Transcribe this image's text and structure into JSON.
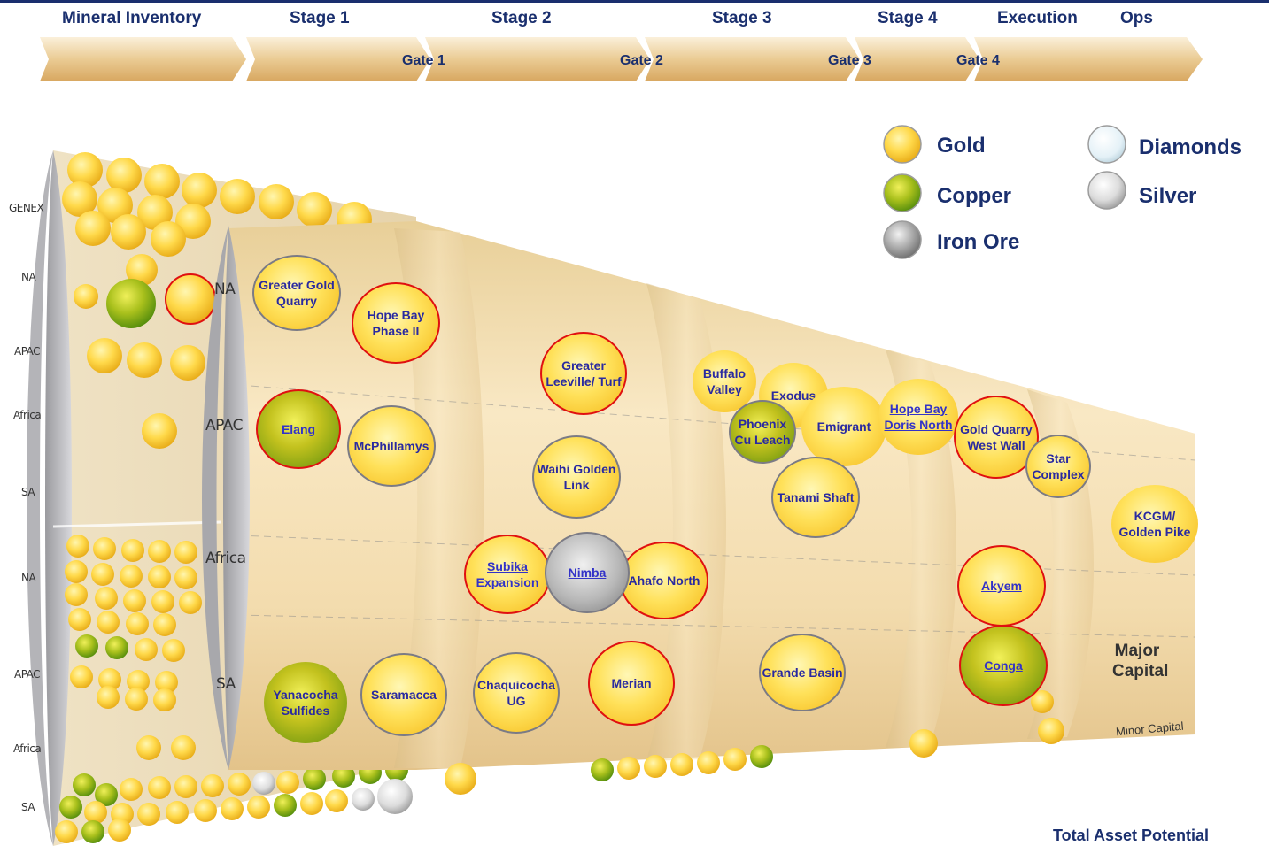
{
  "timeline": {
    "stages": [
      "Mineral Inventory",
      "Stage 1",
      "Stage 2",
      "Stage 3",
      "Stage 4",
      "Execution",
      "Ops"
    ],
    "gates": [
      "Gate 1",
      "Gate 2",
      "Gate 3",
      "Gate 4"
    ]
  },
  "outer_rows": [
    "GENEX",
    "NA",
    "APAC",
    "Africa",
    "SA",
    "NA",
    "APAC",
    "Africa",
    "SA"
  ],
  "inner_rows": [
    "NA",
    "APAC",
    "Africa",
    "SA"
  ],
  "legend": {
    "gold": "Gold",
    "copper": "Copper",
    "iron_ore": "Iron Ore",
    "diamonds": "Diamonds",
    "silver": "Silver"
  },
  "projects": [
    {
      "name": "Greater Gold Quarry",
      "mineral": "gold",
      "border": "gray",
      "link": false
    },
    {
      "name": "Hope Bay Phase II",
      "mineral": "gold",
      "border": "red",
      "link": false
    },
    {
      "name": "Elang",
      "mineral": "copper",
      "border": "red",
      "link": true
    },
    {
      "name": "McPhillamys",
      "mineral": "gold",
      "border": "gray",
      "link": false
    },
    {
      "name": "Yanacocha Sulfides",
      "mineral": "copper",
      "border": "none",
      "link": false
    },
    {
      "name": "Saramacca",
      "mineral": "gold",
      "border": "gray",
      "link": false
    },
    {
      "name": "Greater Leeville/ Turf",
      "mineral": "gold",
      "border": "red",
      "link": false
    },
    {
      "name": "Waihi Golden Link",
      "mineral": "gold",
      "border": "gray",
      "link": false
    },
    {
      "name": "Subika Expansion",
      "mineral": "gold",
      "border": "red",
      "link": true
    },
    {
      "name": "Nimba",
      "mineral": "iron",
      "border": "gray",
      "link": true
    },
    {
      "name": "Ahafo North",
      "mineral": "gold",
      "border": "red",
      "link": false
    },
    {
      "name": "Chaquicocha UG",
      "mineral": "gold",
      "border": "gray",
      "link": false
    },
    {
      "name": "Merian",
      "mineral": "gold",
      "border": "red",
      "link": false
    },
    {
      "name": "Buffalo Valley",
      "mineral": "gold",
      "border": "none",
      "link": false
    },
    {
      "name": "Exodus",
      "mineral": "gold",
      "border": "none",
      "link": false
    },
    {
      "name": "Phoenix Cu Leach",
      "mineral": "copper",
      "border": "gray",
      "link": false
    },
    {
      "name": "Emigrant",
      "mineral": "gold",
      "border": "none",
      "link": false
    },
    {
      "name": "Tanami Shaft",
      "mineral": "gold",
      "border": "gray",
      "link": false
    },
    {
      "name": "Grande Basin",
      "mineral": "gold",
      "border": "gray",
      "link": false
    },
    {
      "name": "Hope Bay Doris North",
      "mineral": "gold",
      "border": "none",
      "link": true
    },
    {
      "name": "Gold Quarry West Wall",
      "mineral": "gold",
      "border": "red",
      "link": false
    },
    {
      "name": "Star Complex",
      "mineral": "gold",
      "border": "gray",
      "link": false
    },
    {
      "name": "Akyem",
      "mineral": "gold",
      "border": "red",
      "link": true
    },
    {
      "name": "Conga",
      "mineral": "copper",
      "border": "red",
      "link": true
    },
    {
      "name": "KCGM/ Golden Pike",
      "mineral": "gold",
      "border": "none",
      "link": false
    }
  ],
  "major_capital": "Major Capital",
  "minor_capital": "Minor Capital",
  "total_asset_potential": "Total Asset Potential"
}
